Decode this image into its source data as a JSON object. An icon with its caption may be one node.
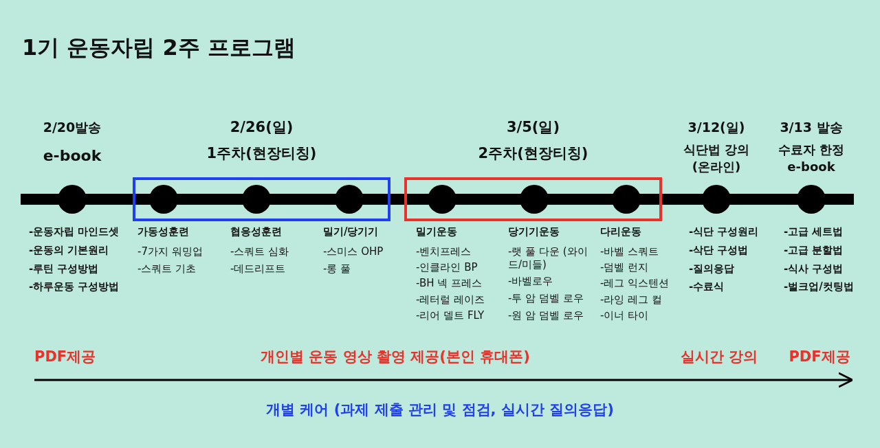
{
  "diagram": {
    "title": "1기 운동자립 2주 프로그램",
    "nodes": [
      {
        "text": [],
        "shape": "circle",
        "beside": [
          "2/20발송",
          "e-book",
          "-운동자립 마인드셋",
          "-운동의 기본원리",
          "-루틴 구성방법",
          "-하루운동 구성방법"
        ]
      },
      {
        "text": [
          "2/26(일)",
          "1주차(현장티칭)"
        ]
      },
      {
        "text": [],
        "shape": "circle",
        "in": 1,
        "beside": [
          "가동성훈련",
          "-7가지 워밍업",
          "-스쿼트 기초"
        ]
      },
      {
        "text": [],
        "shape": "circle",
        "in": 1,
        "beside": [
          "협응성훈련",
          "-스쿼트 심화",
          "-데드리프트"
        ]
      },
      {
        "text": [],
        "shape": "circle",
        "in": 1,
        "beside": [
          "밀기/당기기",
          "-스미스 OHP",
          "-롱 풀"
        ]
      },
      {
        "text": [
          "3/5(일)",
          "2주차(현장티칭)"
        ]
      },
      {
        "text": [],
        "shape": "circle",
        "in": 5,
        "beside": [
          "밀기운동",
          "-벤치프레스",
          "-인클라인 BP",
          "-BH 넥 프레스",
          "-레터럴 레이즈",
          "-리어 델트 FLY"
        ]
      },
      {
        "text": [],
        "shape": "circle",
        "in": 5,
        "beside": [
          "당기기운동",
          "-랫 풀 다운 (와이드/미들)",
          "-바벨로우",
          "-투 암 덤벨 로우",
          "-원 암 덤벨 로우"
        ]
      },
      {
        "text": [],
        "shape": "circle",
        "in": 5,
        "beside": [
          "다리운동",
          "-바벨 스쿼트",
          "-덤벨 런지",
          "-레그 익스텐션",
          "-라잉 레그 컬",
          "-이너 타이"
        ]
      },
      {
        "text": [],
        "shape": "circle",
        "beside": [
          "3/12(일)",
          "식단법 강의 (온라인)",
          "-식단 구성원리",
          "-삭단 구성법",
          "-질의응답",
          "-수료식"
        ]
      },
      {
        "text": [],
        "shape": "circle",
        "beside": [
          "3/13 발송",
          "수료자 한정 e-book",
          "-고급 세트법",
          "-고급 분할법",
          "-식사 구성법",
          "-벌크업/컷팅법"
        ]
      },
      {
        "text": [],
        "shape": "bar"
      }
    ],
    "labels": [
      "PDF제공",
      "개인별 운동 영상 촬영 제공(본인 휴대폰)",
      "실시간 강의",
      "PDF제공",
      "개별 케어 (과제 제출 관리 및 점검, 실시간 질의응답)"
    ]
  }
}
